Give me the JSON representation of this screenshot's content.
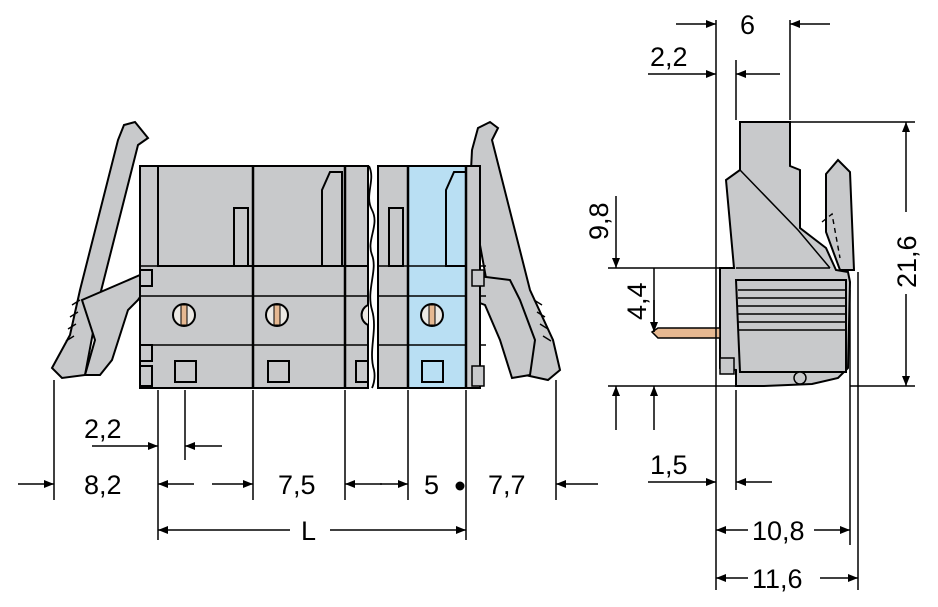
{
  "colors": {
    "housing_gray": "#c8c9cb",
    "highlight_blue": "#b9dff3",
    "pin_brass": "#e6b891",
    "line": "#000000"
  },
  "front_view": {
    "dimensions": {
      "d_2_2": "2,2",
      "d_8_2": "8,2",
      "d_7_5": "7,5",
      "d_5": "5",
      "d_7_7": "7,7",
      "d_L": "L"
    }
  },
  "side_view": {
    "dimensions": {
      "d_6": "6",
      "d_2_2": "2,2",
      "d_9_8": "9,8",
      "d_4_4": "4,4",
      "d_21_6": "21,6",
      "d_1_5": "1,5",
      "d_10_8": "10,8",
      "d_11_6": "11,6"
    }
  }
}
